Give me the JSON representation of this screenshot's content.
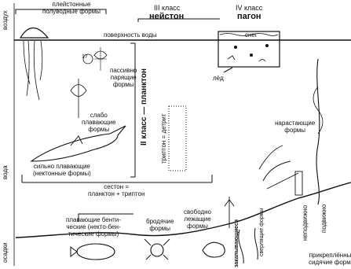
{
  "zones": {
    "air": "воздух",
    "water": "вода",
    "sediment": "осадки"
  },
  "surface": {
    "water_surface": "поверхность воды",
    "snow": "снег",
    "ice": "лёд"
  },
  "classes": {
    "neuston_class": "III класс",
    "neuston_name": "нейстон",
    "pagon_class": "IV класс",
    "pagon_name": "пагон",
    "plankton": "II класс — планктон"
  },
  "pelagic": {
    "pleuston": [
      "плейстонные",
      "полуводные формы"
    ],
    "passive_floating": [
      "пассивно",
      "парящие",
      "формы"
    ],
    "weakly_swimming": [
      "слабо",
      "плавающие",
      "формы"
    ],
    "strongly_swimming": [
      "сильно плавающие",
      "(нектонные формы)"
    ],
    "tripton": "триптон = детрит",
    "seston": [
      "сестон =",
      "планктон + триптон"
    ]
  },
  "benthic": {
    "attached_growing": [
      "нарастающие",
      "формы"
    ],
    "swimming_benthic": [
      "плавающие бенти-",
      "ческие (нектo-бен-",
      "тические формы)"
    ],
    "wandering": [
      "бродячие",
      "формы"
    ],
    "free_lying": [
      "свободно",
      "лежащие",
      "формы"
    ],
    "burrowing": "закапывающиеся",
    "drilling": [
      "сверлящие",
      "формы"
    ],
    "immobile": "неподвижно",
    "mobile": "подвижно",
    "attached_sitting": [
      "прикреплённые",
      "сидячие формы"
    ]
  },
  "markers": {
    "number_symbol": "17"
  },
  "colors": {
    "ink": "#111111",
    "bottom_fill": "#ffffff"
  }
}
